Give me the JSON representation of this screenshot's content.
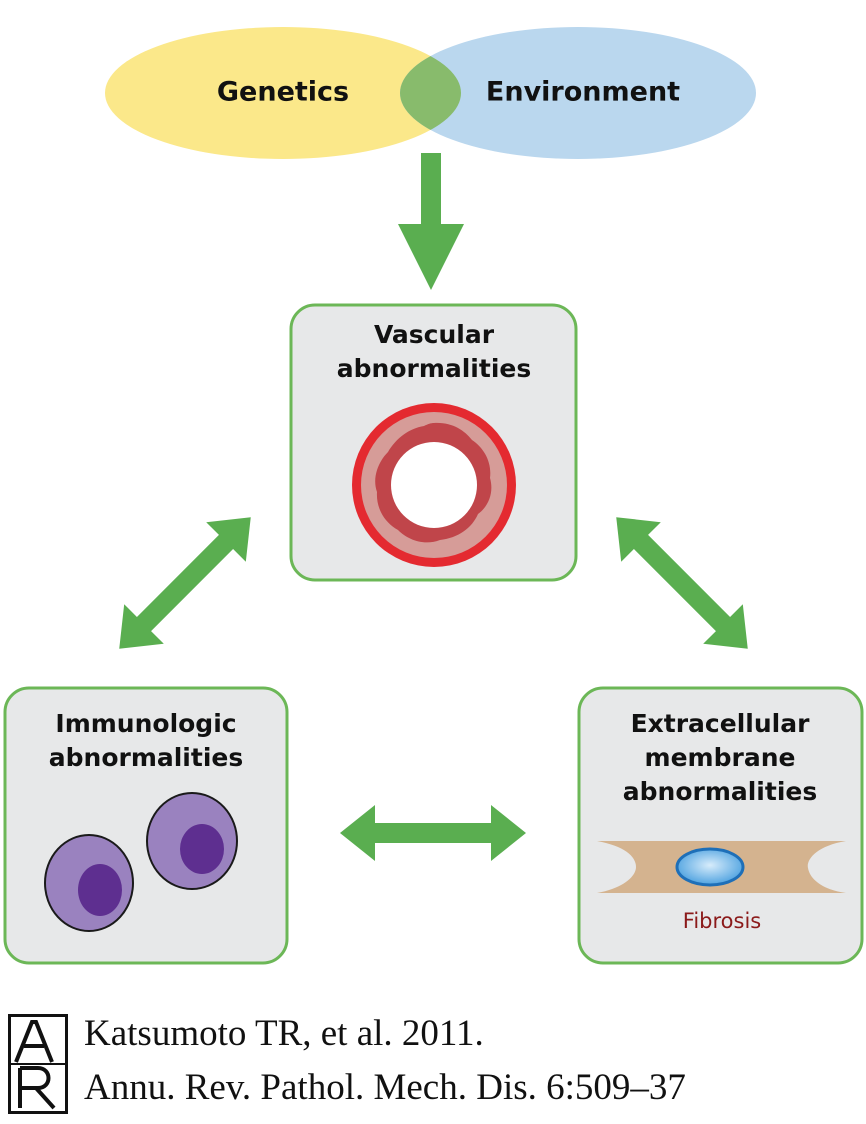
{
  "venn": {
    "left_label": "Genetics",
    "right_label": "Environment",
    "left_color": "#fbe88a",
    "right_color": "#bad7ee",
    "overlap_color": "#88bb6c"
  },
  "panels": {
    "vascular": {
      "line1": "Vascular",
      "line2": "abnormalities"
    },
    "immunologic": {
      "line1": "Immunologic",
      "line2": "abnormalities"
    },
    "extracellular": {
      "line1": "Extracellular",
      "line2": "membrane",
      "line3": "abnormalities",
      "fibrosis_label": "Fibrosis"
    }
  },
  "colors": {
    "arrow": "#5aae50",
    "panel_border": "#6cb757",
    "panel_fill": "#e7e8e9",
    "vessel_outer": "#e42a30",
    "vessel_wall": "#c0454a",
    "cell_body": "#9a82bf",
    "cell_nucleus": "#5e2f90",
    "tissue": "#d4b38f",
    "nucleus_blue": "#3a8fd6",
    "fibrosis_text": "#8b1a1a"
  },
  "citation": {
    "logo_letters": "AR",
    "line1": "Katsumoto TR, et al. 2011.",
    "line2": "Annu. Rev. Pathol. Mech. Dis. 6:509–37"
  }
}
